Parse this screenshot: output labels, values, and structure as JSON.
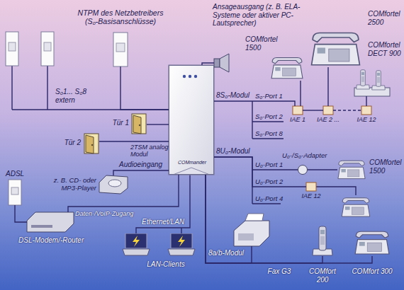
{
  "diagram": {
    "nodes": [
      {
        "text": [
          "COMmander"
        ]
      },
      {
        "text": [
          "NTPM des Netzbetreibers (S₀-Basisanschlüsse)"
        ]
      },
      {
        "text": [
          "Ansageausgang (z. B. ELA-Systeme oder aktiver PC-Lautsprecher)"
        ]
      },
      {
        "text": [
          "COMfortel 2500"
        ]
      },
      {
        "text": [
          "COMfortel 1500"
        ]
      },
      {
        "text": [
          "COMfortel DECT 900"
        ]
      },
      {
        "text": [
          "IAE 1"
        ]
      },
      {
        "text": [
          "IAE 2 ..."
        ]
      },
      {
        "text": [
          "IAE 12"
        ]
      },
      {
        "text": [
          "Tür 1"
        ]
      },
      {
        "text": [
          "Tür 2"
        ]
      },
      {
        "text": [
          "z. B. CD- oder MP3-Player"
        ]
      },
      {
        "text": [
          "U₀-/S₀-Adapter"
        ]
      },
      {
        "text": [
          "COMfortel 1500"
        ]
      },
      {
        "text": [
          "IAE 12"
        ]
      },
      {
        "text": [
          "ADSL"
        ]
      },
      {
        "text": [
          "Daten-/VoIP-Zugang",
          "DSL-Modem/-Router"
        ]
      },
      {
        "text": [
          "Fax G3"
        ]
      },
      {
        "text": [
          "COMfort 200"
        ]
      },
      {
        "text": [
          "COMfort 300"
        ]
      }
    ],
    "edges": [
      {
        "from": 0,
        "to": 1,
        "arrow": "none"
      },
      {
        "from": 0,
        "to": 2,
        "arrow": "none"
      },
      {
        "from": 0,
        "to": 6,
        "arrow": "none"
      },
      {
        "from": 6,
        "to": 4,
        "arrow": "none"
      },
      {
        "from": 6,
        "to": 7,
        "arrow": "none"
      },
      {
        "from": 7,
        "to": 3,
        "arrow": "none"
      },
      {
        "from": 7,
        "to": 8,
        "arrow": "none"
      },
      {
        "from": 8,
        "to": 5,
        "arrow": "none"
      },
      {
        "from": 9,
        "to": 0,
        "arrow": "none"
      },
      {
        "from": 10,
        "to": 0,
        "arrow": "none"
      },
      {
        "from": 11,
        "to": 0,
        "arrow": "none"
      },
      {
        "from": 0,
        "to": 12,
        "arrow": "none"
      },
      {
        "from": 12,
        "to": 13,
        "arrow": "none"
      },
      {
        "from": 0,
        "to": 14,
        "arrow": "none"
      },
      {
        "from": 15,
        "to": 16,
        "arrow": "none"
      },
      {
        "from": 16,
        "to": 0,
        "arrow": "none"
      },
      {
        "from": 0,
        "to": 17,
        "arrow": "none"
      },
      {
        "from": 0,
        "to": 18,
        "arrow": "none"
      },
      {
        "from": 0,
        "to": 19,
        "arrow": "none"
      }
    ],
    "labels": [
      "S₀1... S₀8 extern",
      "8S₀-Modul",
      "S₀-Port 1",
      "S₀-Port 2",
      "S₀-Port 8",
      "2TSM analog Modul",
      "Audioeingang",
      "8U₀-Modul",
      "U₀-Port 1",
      "U₀-Port 2",
      "U₀-Port 4",
      "Ethernet/LAN",
      "LAN-Clients",
      "8a/b-Modul"
    ]
  }
}
